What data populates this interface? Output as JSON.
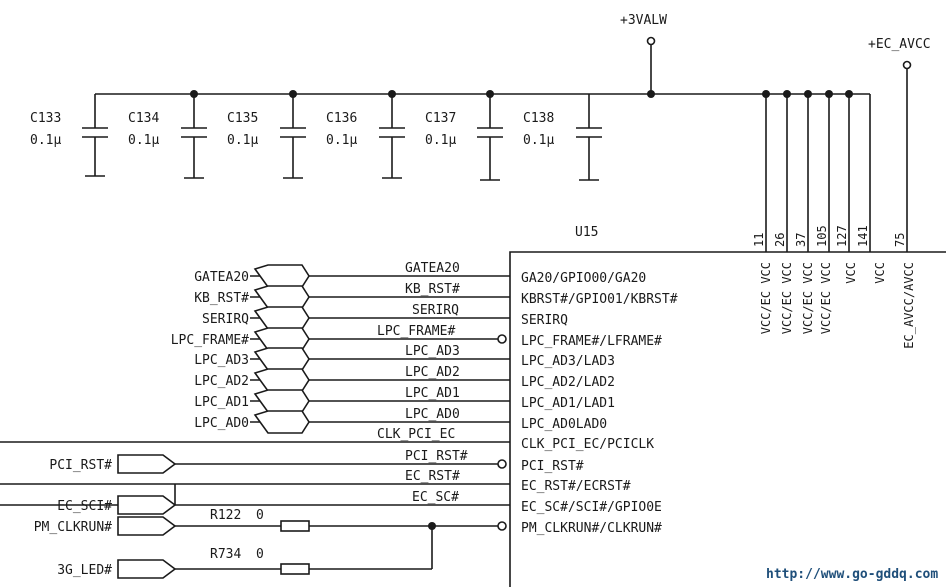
{
  "power": {
    "rail_3v": "+3VALW",
    "rail_ec": "+EC_AVCC"
  },
  "capacitors": [
    {
      "ref": "C133",
      "value": "0.1μ"
    },
    {
      "ref": "C134",
      "value": "0.1μ"
    },
    {
      "ref": "C135",
      "value": "0.1μ"
    },
    {
      "ref": "C136",
      "value": "0.1μ"
    },
    {
      "ref": "C137",
      "value": "0.1μ"
    },
    {
      "ref": "C138",
      "value": "0.1μ"
    }
  ],
  "chip": {
    "ref": "U15",
    "top_pins": [
      {
        "num": "11",
        "name": "VCC/EC VCC"
      },
      {
        "num": "26",
        "name": "VCC/EC VCC"
      },
      {
        "num": "37",
        "name": "VCC/EC VCC"
      },
      {
        "num": "105",
        "name": "VCC/EC VCC"
      },
      {
        "num": "127",
        "name": "VCC"
      },
      {
        "num": "141",
        "name": "VCC"
      },
      {
        "num": "75",
        "name": "EC_AVCC/AVCC"
      }
    ],
    "left_pins": [
      "GA20/GPIO00/GA20",
      "KBRST#/GPIO01/KBRST#",
      "SERIRQ",
      "LPC_FRAME#/LFRAME#",
      "LPC_AD3/LAD3",
      "LPC_AD2/LAD2",
      "LPC_AD1/LAD1",
      "LPC_AD0LAD0",
      "CLK_PCI_EC/PCICLK",
      "PCI_RST#",
      "EC_RST#/ECRST#",
      "EC_SC#/SCI#/GPIO0E",
      "PM_CLKRUN#/CLKRUN#"
    ]
  },
  "nets": [
    "GATEA20",
    "KB_RST#",
    "SERIRQ",
    "LPC_FRAME#",
    "LPC_AD3",
    "LPC_AD2",
    "LPC_AD1",
    "LPC_AD0",
    "CLK_PCI_EC",
    "PCI_RST#",
    "EC_RST#",
    "EC_SC#"
  ],
  "ports": [
    "GATEA20",
    "KB_RST#",
    "SERIRQ",
    "LPC_FRAME#",
    "LPC_AD3",
    "LPC_AD2",
    "LPC_AD1",
    "LPC_AD0",
    "PCI_RST#",
    "EC_SCI#",
    "PM_CLKRUN#",
    "3G_LED#"
  ],
  "resistors": [
    {
      "ref": "R122",
      "value": "0"
    },
    {
      "ref": "R734",
      "value": "0"
    }
  ],
  "watermark": "http://www.go-gddq.com"
}
